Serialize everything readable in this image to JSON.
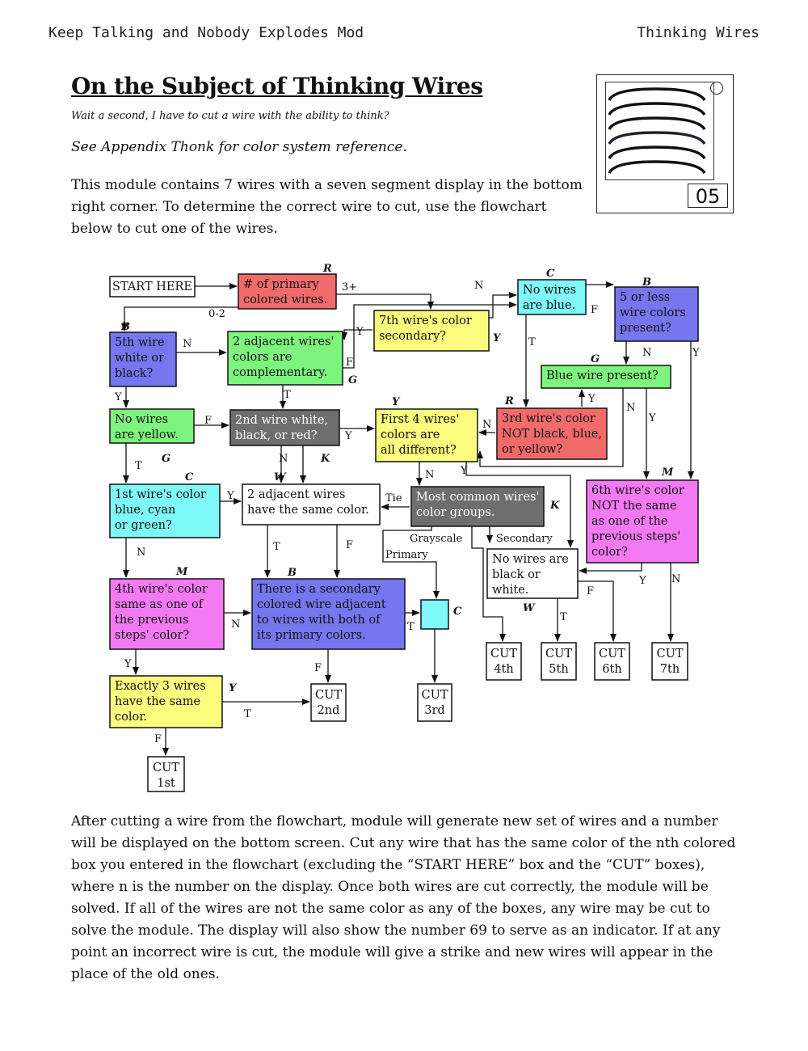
{
  "header": {
    "left": "Keep Talking and Nobody Explodes Mod",
    "right": "Thinking Wires"
  },
  "title": "On the Subject of Thinking Wires",
  "subtitle": "Wait a second, I have to cut a wire with the ability to think?",
  "appendix_note": "See Appendix Thonk for color system reference.",
  "intro": "This module contains 7 wires with a seven segment display in the bottom right corner. To determine the correct wire to cut, use the flowchart below to cut one of the wires.",
  "module_display": "05",
  "flowchart": {
    "nodes": {
      "start": {
        "lines": [
          "START HERE"
        ]
      },
      "primary": {
        "lines": [
          "# of primary",
          "colored wires."
        ],
        "tag": "R"
      },
      "w7sec": {
        "lines": [
          "7th wire's color",
          "secondary?"
        ],
        "tag": "Y"
      },
      "noblue": {
        "lines": [
          "No wires",
          "are blue."
        ],
        "tag": "C"
      },
      "fiveless": {
        "lines": [
          "5 or less",
          "wire colors",
          "present?"
        ],
        "tag": "B"
      },
      "w5wb": {
        "lines": [
          "5th wire",
          "white or",
          "black?"
        ],
        "tag": "B"
      },
      "adjcomp": {
        "lines": [
          "2 adjacent wires'",
          "colors are",
          "complementary."
        ],
        "tag": "G"
      },
      "bluepres": {
        "lines": [
          "Blue wire present?"
        ],
        "tag": "G"
      },
      "noyellow": {
        "lines": [
          "No wires",
          "are yellow."
        ],
        "tag": "G"
      },
      "w2wbr": {
        "lines": [
          "2nd wire white,",
          "black, or red?"
        ],
        "tag": "K"
      },
      "first4": {
        "lines": [
          "First 4 wires'",
          "colors are",
          "all different?"
        ],
        "tag": "Y"
      },
      "w3not": {
        "lines": [
          "3rd wire's color",
          "NOT black, blue,",
          "or yellow?"
        ],
        "tag": "R"
      },
      "w1bcg": {
        "lines": [
          "1st wire's color",
          "blue, cyan",
          "or green?"
        ],
        "tag": "C"
      },
      "adjsame": {
        "lines": [
          "2 adjacent wires",
          "have the same color."
        ],
        "tag": "W"
      },
      "common": {
        "lines": [
          "Most common wires'",
          "color groups."
        ],
        "tag": "K"
      },
      "w6not": {
        "lines": [
          "6th wire's color",
          "NOT the same",
          "as one of the",
          "previous steps'",
          "color?"
        ],
        "tag": "M"
      },
      "nobw": {
        "lines": [
          "No wires are",
          "black or",
          "white."
        ],
        "tag": "W"
      },
      "w4same": {
        "lines": [
          "4th wire's color",
          "same as one of",
          "the previous",
          "steps' color?"
        ],
        "tag": "M"
      },
      "secadj": {
        "lines": [
          "There is a secondary",
          "colored wire adjacent",
          "to wires with both of",
          "its primary colors."
        ],
        "tag": "B"
      },
      "cyanbox": {
        "lines": [],
        "tag": "C"
      },
      "exact3": {
        "lines": [
          "Exactly 3 wires",
          "have the same",
          "color."
        ],
        "tag": "Y"
      },
      "cut1": {
        "lines": [
          "CUT",
          "1st"
        ]
      },
      "cut2": {
        "lines": [
          "CUT",
          "2nd"
        ]
      },
      "cut3": {
        "lines": [
          "CUT",
          "3rd"
        ]
      },
      "cut4": {
        "lines": [
          "CUT",
          "4th"
        ]
      },
      "cut5": {
        "lines": [
          "CUT",
          "5th"
        ]
      },
      "cut6": {
        "lines": [
          "CUT",
          "6th"
        ]
      },
      "cut7": {
        "lines": [
          "CUT",
          "7th"
        ]
      }
    },
    "edge_labels": {
      "threeplus": "3+",
      "zerotwo": "0-2",
      "w7_y": "Y",
      "w7_f": "F",
      "noblue_n": "N",
      "noblue_f": "F",
      "noblue_t": "T",
      "five_n": "N",
      "five_y": "Y",
      "w5_n": "N",
      "w5_y": "Y",
      "adj_t": "T",
      "blue_y": "Y",
      "blue_n": "N",
      "blue_y2": "Y",
      "noy_f": "F",
      "noy_t": "T",
      "w2_y": "Y",
      "w2_n": "N",
      "first4_n": "N",
      "first4_n2": "N",
      "first4_y": "Y",
      "w1_y": "Y",
      "w1_n": "N",
      "tie": "Tie",
      "grayscale": "Grayscale",
      "primary": "Primary",
      "secondary": "Secondary",
      "same_t": "T",
      "same_f": "F",
      "w6_y": "Y",
      "w6_n": "N",
      "nobw_f": "F",
      "nobw_t": "T",
      "w4_n": "N",
      "w4_y": "Y",
      "sec_f": "F",
      "cyan_t": "T",
      "ex_t": "T",
      "ex_f": "F"
    }
  },
  "outro": "After cutting a wire from the flowchart, module will generate new set of wires and a number will be displayed on the bottom screen. Cut any wire that has the same color of the nth colored box you entered in the flowchart (excluding the “START HERE” box and the “CUT” boxes), where n is the number on the display. Once both wires are cut correctly, the module will be solved. If all of the wires are not the same color as any of the boxes, any wire may be cut to solve the module. The display will also show the number 69 to serve as an indicator. If at any point an incorrect wire is cut, the module will give a strike and new wires will appear in the place of the old ones.",
  "colors": {
    "red": "#f26b6b",
    "yellow": "#fbfb7d",
    "cyan": "#7ef8f8",
    "blue": "#7676ef",
    "green": "#7df47d",
    "gray": "#6e6e6e",
    "magenta": "#f47af4",
    "white": "#ffffff"
  }
}
